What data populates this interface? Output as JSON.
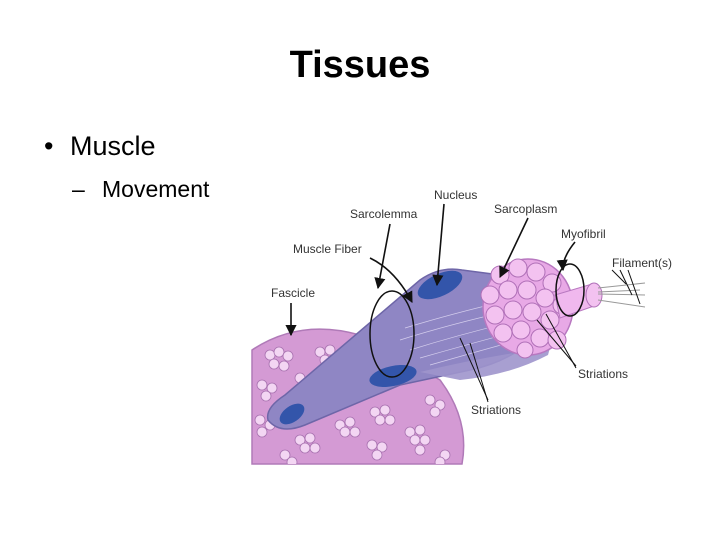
{
  "slide": {
    "title": "Tissues",
    "bullet": "Muscle",
    "bullet_marker": "•",
    "subbullet": "Movement",
    "subbullet_marker": "–"
  },
  "diagram": {
    "labels": {
      "nucleus": "Nucleus",
      "sarcolemma": "Sarcolemma",
      "sarcoplasm": "Sarcoplasm",
      "muscle_fiber": "Muscle Fiber",
      "myofibril": "Myofibril",
      "filaments": "Filament(s)",
      "fascicle": "Fascicle",
      "striations_right": "Striations",
      "striations_bottom": "Striations"
    },
    "colors": {
      "fascicle": "#d49ad4",
      "fiber": "#8f86c4",
      "nucleus": "#3355aa",
      "myofibril": "#f3c2f0",
      "arrow": "#111111"
    }
  }
}
